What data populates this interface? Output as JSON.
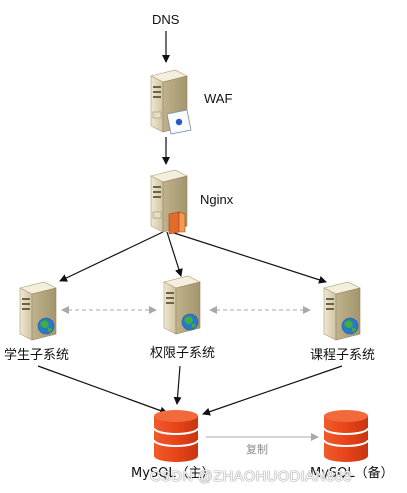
{
  "nodes": {
    "dns": {
      "label": "DNS"
    },
    "waf": {
      "label": "WAF",
      "icon": "server-icon"
    },
    "nginx": {
      "label": "Nginx",
      "icon": "server-icon"
    },
    "student": {
      "label": "学生子系统",
      "icon": "web-server-icon"
    },
    "permission": {
      "label": "权限子系统",
      "icon": "web-server-icon"
    },
    "course": {
      "label": "课程子系统",
      "icon": "web-server-icon"
    },
    "mysql_main": {
      "label": "MySQL（主）",
      "icon": "database-icon"
    },
    "mysql_backup": {
      "label": "MySQL（备）",
      "icon": "database-icon"
    }
  },
  "edges": {
    "replication_label": "复制"
  },
  "watermark": "CSDN @ZHAOHUODIAN888",
  "colors": {
    "database": "#e8441a",
    "arrow": "#111111",
    "dashed": "#a9a9a9",
    "server_body": "#d9cfb4",
    "globe_blue": "#2a79c9",
    "globe_green": "#3fae3a"
  }
}
